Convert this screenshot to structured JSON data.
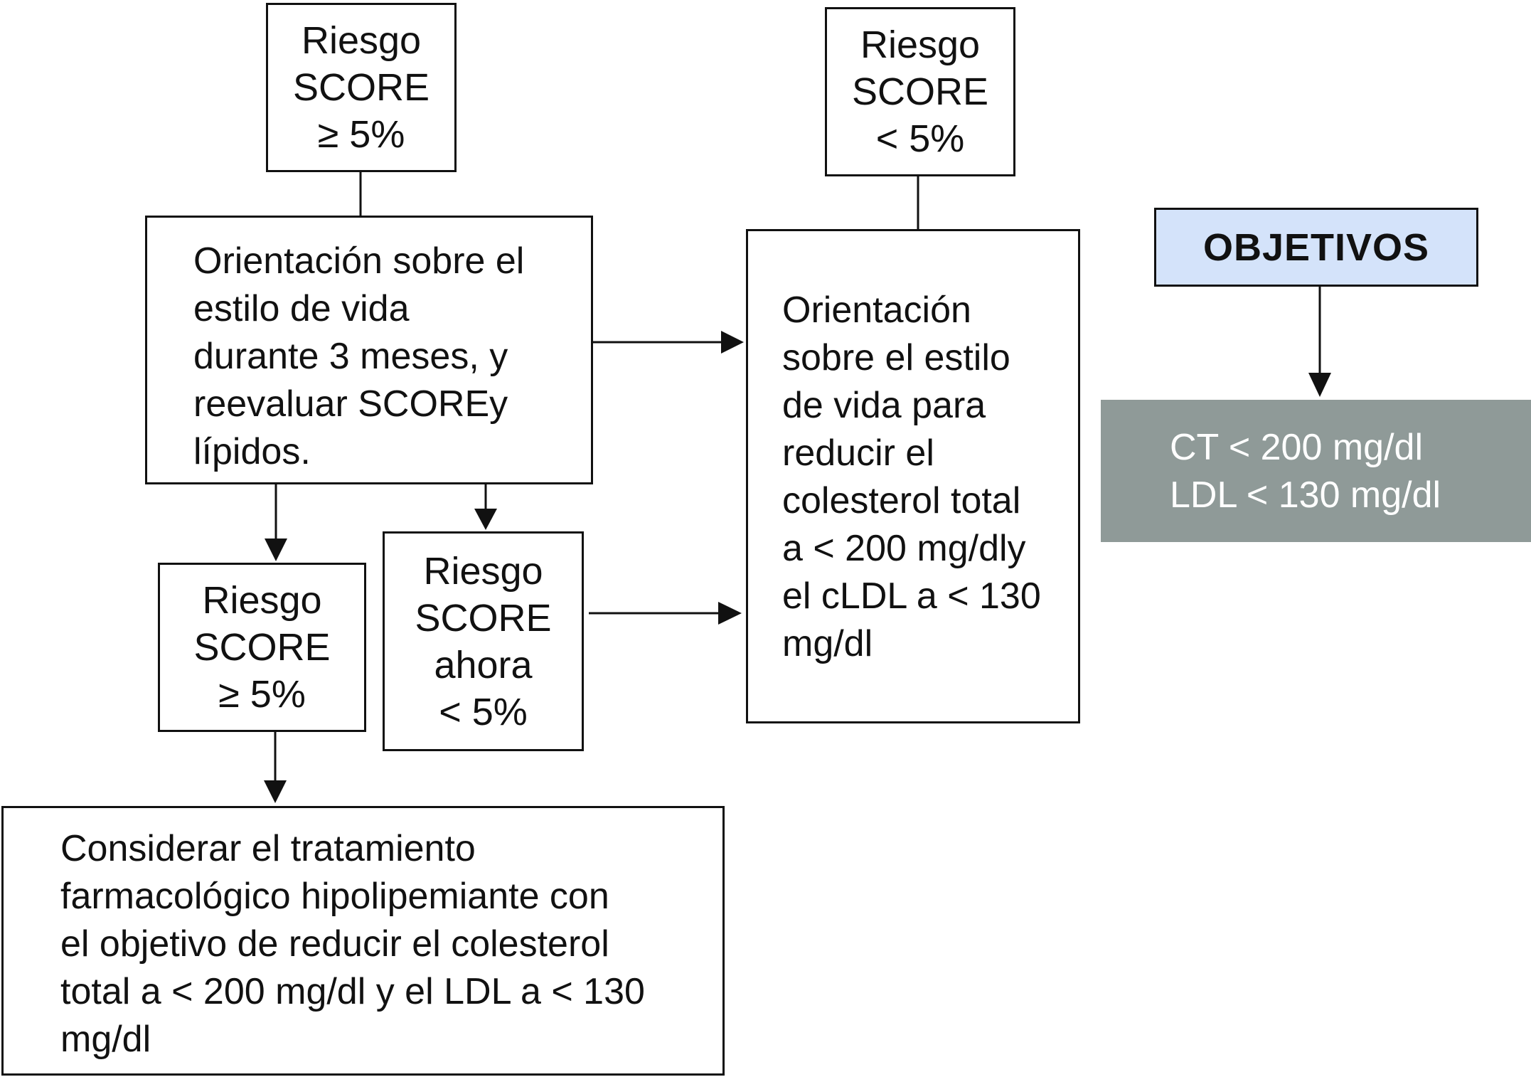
{
  "diagram": {
    "boxes": {
      "score_high_top": {
        "lines": [
          "Riesgo",
          "SCORE",
          "≥ 5%"
        ]
      },
      "score_low_top": {
        "lines": [
          "Riesgo",
          "SCORE",
          "< 5%"
        ]
      },
      "lifestyle_3_months": {
        "lines": [
          "Orientación sobre el",
          "estilo de vida",
          "durante 3 meses, y",
          "reevaluar SCOREy",
          "lípidos."
        ]
      },
      "lifestyle_reduce": {
        "lines": [
          "Orientación",
          "sobre el estilo",
          "de vida para",
          "reducir el",
          "colesterol total",
          "a < 200 mg/dly",
          "el cLDL a < 130",
          "mg/dl"
        ]
      },
      "score_high_bottom": {
        "lines": [
          "Riesgo",
          "SCORE",
          "≥ 5%"
        ]
      },
      "score_now_low": {
        "lines": [
          "Riesgo",
          "SCORE",
          "ahora",
          "< 5%"
        ]
      },
      "pharmacological_treatment": {
        "lines": [
          "Considerar el tratamiento",
          "farmacológico hipolipemiante con",
          "el objetivo de reducir el colesterol",
          "total a < 200 mg/dl y el LDL a < 130",
          "mg/dl"
        ]
      },
      "objectives_header": {
        "label": "OBJETIVOS"
      },
      "objectives_values": {
        "lines": [
          "CT < 200 mg/dl",
          "LDL < 130 mg/dl"
        ]
      }
    },
    "colors": {
      "line": "#111111",
      "objectives_header_fill": "#d4e3fa",
      "objectives_values_fill": "#8f9a98",
      "objectives_values_text": "#ffffff"
    }
  }
}
